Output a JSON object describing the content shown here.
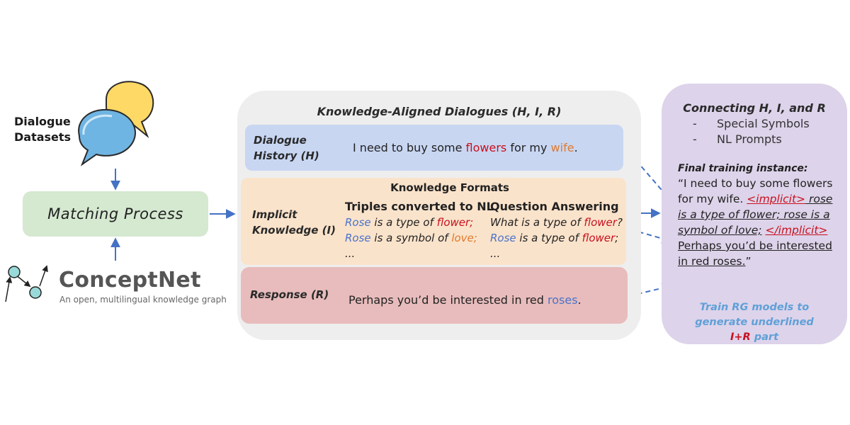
{
  "colors": {
    "matching_bg": "#d5e8d0",
    "center_panel_bg": "#eeeeee",
    "history_bg": "#c8d6f2",
    "knowledge_bg": "#fae3cb",
    "response_bg": "#e8bcbc",
    "right_panel_bg": "#ddd3ea",
    "arrow": "#4472c4",
    "entity_blue": "#4a73c9",
    "entity_red": "#c8101e",
    "entity_orange": "#e07a2c",
    "train_note": "#5fa0d8",
    "bubble_yellow": "#ffd966",
    "bubble_blue": "#6fb5e3"
  },
  "dialogue_datasets": {
    "line1": "Dialogue",
    "line2": "Datasets",
    "icon": "speech-bubbles-icon"
  },
  "matching_process": {
    "label": "Matching Process"
  },
  "conceptnet": {
    "name": "ConceptNet",
    "subtitle": "An open, multilingual knowledge graph",
    "icon": "graph-nodes-icon"
  },
  "center": {
    "title": "Knowledge-Aligned Dialogues (H, I, R)",
    "history": {
      "label_line1": "Dialogue",
      "label_line2": "History (H)",
      "text_pre": "I need to buy some ",
      "text_flowers": "flowers",
      "text_mid": " for my ",
      "text_wife": "wife",
      "text_end": "."
    },
    "knowledge": {
      "formats_title": "Knowledge Formats",
      "label_line1": "Implicit",
      "label_line2": "Knowledge (I)",
      "triples": {
        "header": "Triples converted to NL",
        "l1_a": "Rose",
        "l1_b": " is a type of ",
        "l1_c": "flower;",
        "l2_a": "Rose",
        "l2_b": " is a symbol of ",
        "l2_c": "love;",
        "l3": "..."
      },
      "qa": {
        "header": "Question Answering",
        "l1_a": "What is a type of ",
        "l1_b": "flower",
        "l1_c": "?",
        "l2_a": "Rose",
        "l2_b": " is a type of ",
        "l2_c": "flower",
        "l2_d": ";",
        "l3": "..."
      }
    },
    "response": {
      "label": "Response (R)",
      "text_pre": "Perhaps you’d be interested in red ",
      "text_roses": "roses",
      "text_end": "."
    }
  },
  "right": {
    "title": "Connecting H, I, and R",
    "items": [
      {
        "dash": "-",
        "text": "Special Symbols"
      },
      {
        "dash": "-",
        "text": "NL Prompts"
      }
    ],
    "final_label": "Final training instance:",
    "final": {
      "open": "“I need to buy some flowers for my wife.",
      "tag_open": "<implicit>",
      "knowledge": " rose is a type of flower; rose is a symbol of love;",
      "tag_close": "</implicit>",
      "response": " Perhaps you’d be interested in red roses.",
      "close": "”"
    },
    "train_line1": "Train RG models to",
    "train_line2": "generate underlined",
    "train_line3": "I+R",
    "train_line3_rest": " part"
  }
}
